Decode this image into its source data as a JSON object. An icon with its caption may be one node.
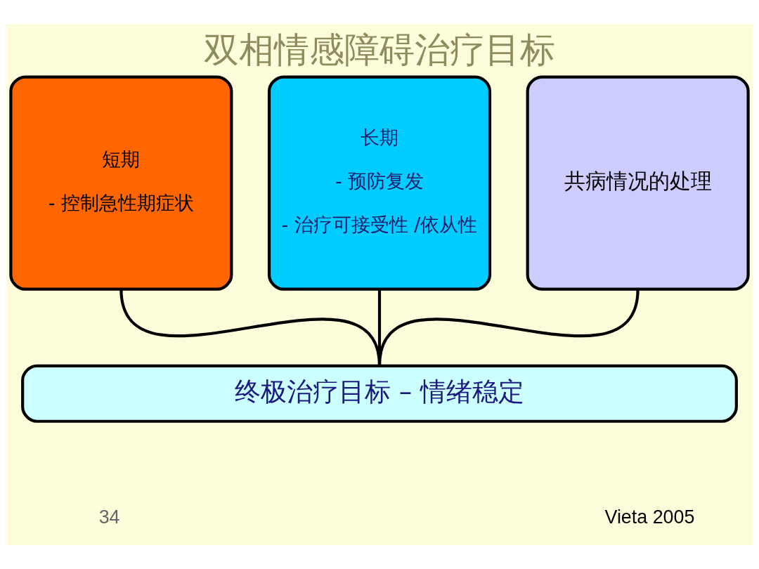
{
  "diagram": {
    "title": "双相情感障碍治疗目标",
    "nodes": [
      {
        "text": [
          "短期",
          "- 控制急性期症状"
        ]
      },
      {
        "text": [
          "长期",
          "- 预防复发",
          "- 治疗可接受性 /依从性"
        ]
      },
      {
        "text": [
          "共病情况的处理"
        ]
      },
      {
        "text": [
          "终极治疗目标 – 情绪稳定"
        ]
      }
    ],
    "edges": [
      {
        "from": 0,
        "to": 3,
        "arrow": "none"
      },
      {
        "from": 1,
        "to": 3,
        "arrow": "none"
      },
      {
        "from": 2,
        "to": 3,
        "arrow": "none"
      }
    ],
    "labels": [
      "34",
      "Vieta 2005"
    ]
  }
}
